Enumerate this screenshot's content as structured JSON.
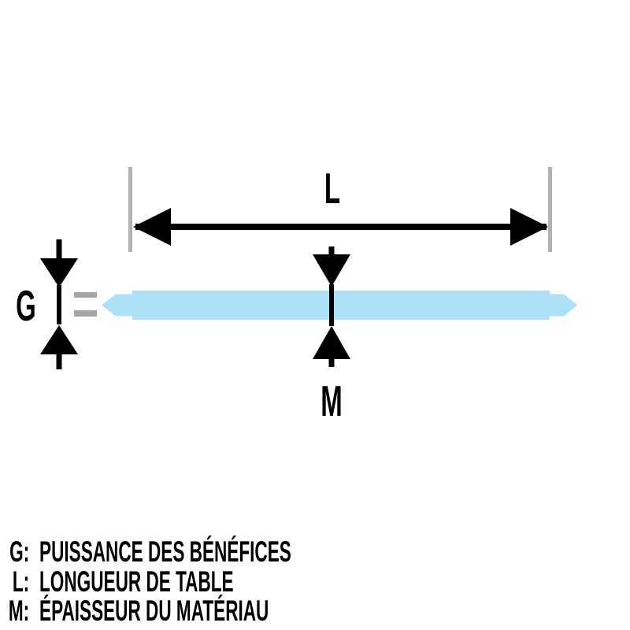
{
  "diagram": {
    "labels": {
      "length": "L",
      "edge": "G",
      "thickness": "M"
    },
    "colors": {
      "background": "#ffffff",
      "bar_fill": "#aee0f8",
      "tick_gray": "#b2b2b2",
      "mark_gray": "#a6a6a6",
      "arrow_black": "#000000",
      "text": "#000000"
    }
  },
  "legend": {
    "items": [
      {
        "key": "G:",
        "label": "PUISSANCE DES BÉNÉFICES"
      },
      {
        "key": "L:",
        "label": "LONGUEUR DE TABLE"
      },
      {
        "key": "M:",
        "label": "ÉPAISSEUR DU MATÉRIAU"
      }
    ]
  }
}
